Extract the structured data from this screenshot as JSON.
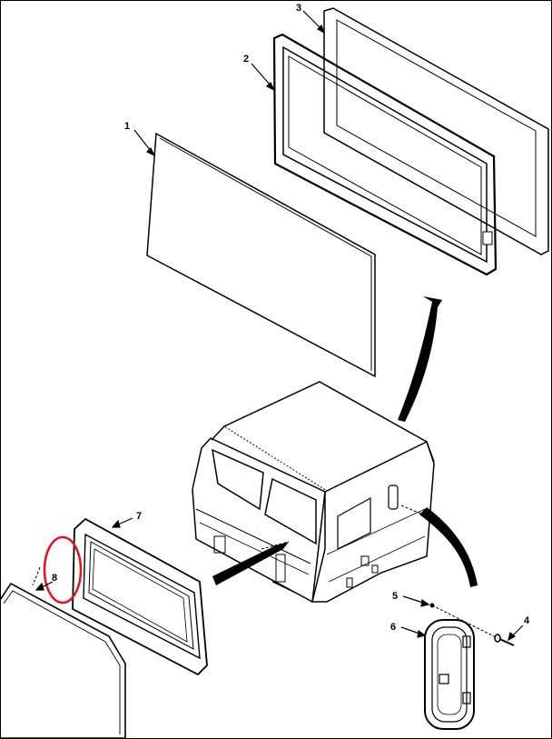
{
  "callouts": {
    "c1": "1",
    "c2": "2",
    "c3": "3",
    "c4": "4",
    "c5": "5",
    "c6": "6",
    "c7": "7",
    "c8": "8"
  },
  "colors": {
    "ink": "#000000",
    "highlight": "#e0141e",
    "background": "#ffffff"
  }
}
